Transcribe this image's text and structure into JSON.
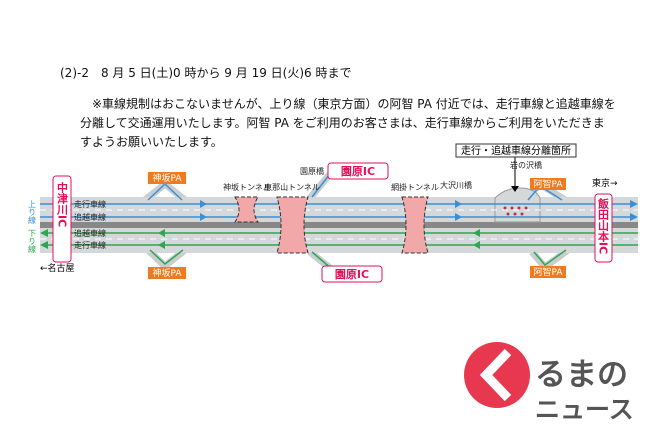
{
  "heading": "(2)-2　8 月 5 日(土)0 時から 9 月 19 日(火)6 時まで",
  "note": [
    "※車線規制はおこないませんが、上り線（東京方面）の阿智 PA 付近では、走行車線と追越車線を",
    "分離して交通運用いたします。阿智 PA をご利用のお客さまは、走行車線からご利用をいただきま",
    "すようお願いいたします。"
  ],
  "diagram": {
    "up_line": "上り線",
    "down_line": "下り線",
    "lanes": {
      "travel": "走行車線",
      "passing": "追越車線"
    },
    "ic_left": "中津川IC",
    "ic_right": "飯田山本IC",
    "ic_mid": "園原IC",
    "pa_left": "神坂PA",
    "pa_right": "阿智PA",
    "tunnels": [
      "神坂トンネル",
      "恵那山トンネル",
      "網掛トンネル"
    ],
    "bridges": [
      "園原橋",
      "大沢川橋",
      "岩の沢橋"
    ],
    "separation_label": "走行・追越車線分離箇所",
    "to_nagoya": "名古屋",
    "to_tokyo": "東京"
  },
  "logo": "くるまのニュース",
  "colors": {
    "up": "#3a8fd6",
    "down": "#2fa650",
    "ic": "#e0105a",
    "pa": "#f07a1e",
    "tunnel": "#f2a8a8"
  }
}
